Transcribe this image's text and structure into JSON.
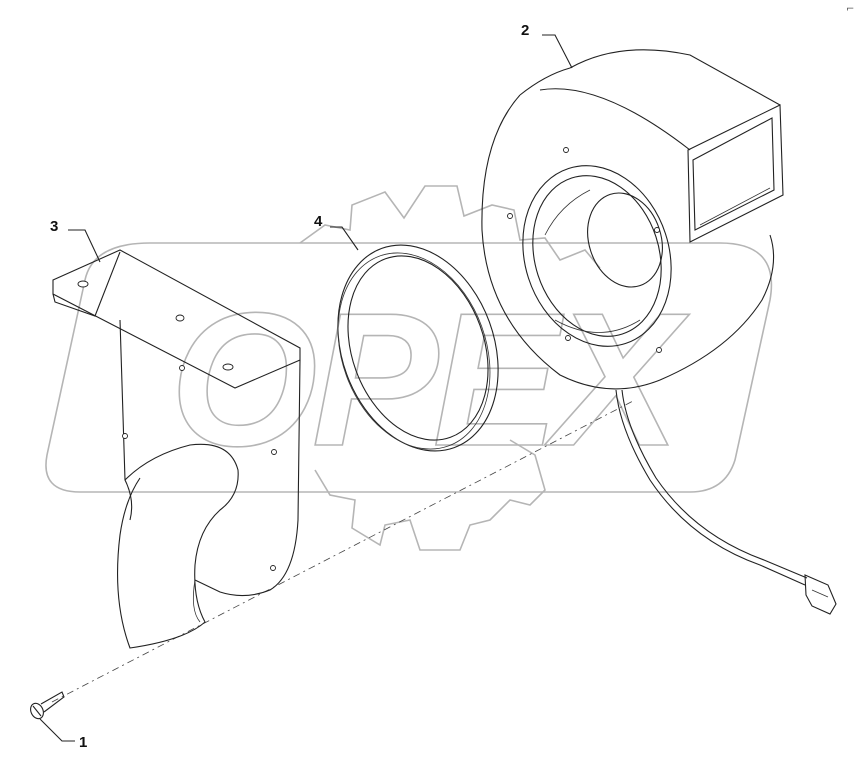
{
  "diagram": {
    "callouts": [
      {
        "id": "1",
        "label": "1"
      },
      {
        "id": "2",
        "label": "2"
      },
      {
        "id": "3",
        "label": "3"
      },
      {
        "id": "4",
        "label": "4"
      }
    ],
    "parts": [
      "screw",
      "blower-fan-motor",
      "mounting-bracket",
      "gasket-ring"
    ],
    "watermark": {
      "text": "OPEX",
      "color": "#b5b5b5"
    },
    "corner_mark": "⌐"
  }
}
